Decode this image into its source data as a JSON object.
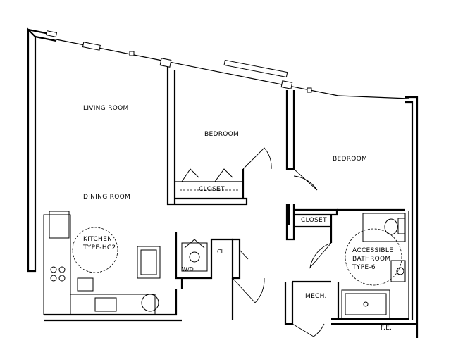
{
  "plan": {
    "rooms": {
      "living_room": "LIVING ROOM",
      "dining_room": "DINING ROOM",
      "bedroom_1": "BEDROOM",
      "bedroom_2": "BEDROOM",
      "closet_1": "CLOSET",
      "closet_2": "CLOSET",
      "kitchen_line1": "KITCHEN",
      "kitchen_line2": "TYPE-HC2",
      "bath_line1": "ACCESSIBLE",
      "bath_line2": "BATHROOM",
      "bath_line3": "TYPE-6",
      "wd": "W/D",
      "cl": "CL.",
      "mech": "MECH.",
      "fe": "F.E."
    }
  }
}
